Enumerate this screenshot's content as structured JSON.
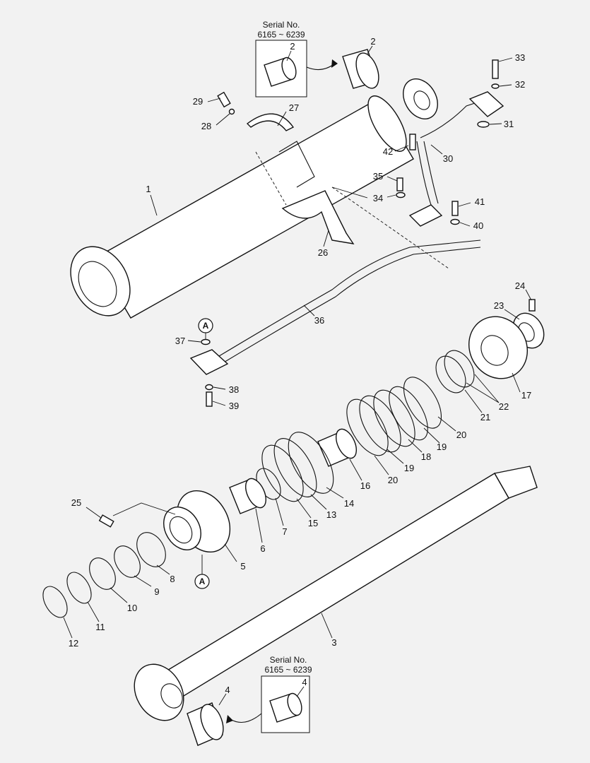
{
  "insets": [
    {
      "id": "top",
      "title_line1": "Serial No.",
      "title_line2": "6165 ~ 6239",
      "part": "2"
    },
    {
      "id": "bottom",
      "title_line1": "Serial No.",
      "title_line2": "6165 ~ 6239",
      "part": "4"
    }
  ],
  "callouts": [
    {
      "id": "a1",
      "text": "A"
    },
    {
      "id": "a2",
      "text": "A"
    }
  ],
  "parts": [
    {
      "id": "p1",
      "label": "1"
    },
    {
      "id": "p2",
      "label": "2"
    },
    {
      "id": "p3",
      "label": "3"
    },
    {
      "id": "p4",
      "label": "4"
    },
    {
      "id": "p5",
      "label": "5"
    },
    {
      "id": "p6",
      "label": "6"
    },
    {
      "id": "p7",
      "label": "7"
    },
    {
      "id": "p8",
      "label": "8"
    },
    {
      "id": "p9",
      "label": "9"
    },
    {
      "id": "p10",
      "label": "10"
    },
    {
      "id": "p11",
      "label": "11"
    },
    {
      "id": "p12",
      "label": "12"
    },
    {
      "id": "p13",
      "label": "13"
    },
    {
      "id": "p14",
      "label": "14"
    },
    {
      "id": "p15",
      "label": "15"
    },
    {
      "id": "p16",
      "label": "16"
    },
    {
      "id": "p17",
      "label": "17"
    },
    {
      "id": "p18",
      "label": "18"
    },
    {
      "id": "p19a",
      "label": "19"
    },
    {
      "id": "p19b",
      "label": "19"
    },
    {
      "id": "p20a",
      "label": "20"
    },
    {
      "id": "p20b",
      "label": "20"
    },
    {
      "id": "p21",
      "label": "21"
    },
    {
      "id": "p22",
      "label": "22"
    },
    {
      "id": "p23",
      "label": "23"
    },
    {
      "id": "p24",
      "label": "24"
    },
    {
      "id": "p25",
      "label": "25"
    },
    {
      "id": "p26",
      "label": "26"
    },
    {
      "id": "p27",
      "label": "27"
    },
    {
      "id": "p28",
      "label": "28"
    },
    {
      "id": "p29",
      "label": "29"
    },
    {
      "id": "p30",
      "label": "30"
    },
    {
      "id": "p31",
      "label": "31"
    },
    {
      "id": "p32",
      "label": "32"
    },
    {
      "id": "p33",
      "label": "33"
    },
    {
      "id": "p34",
      "label": "34"
    },
    {
      "id": "p35",
      "label": "35"
    },
    {
      "id": "p36",
      "label": "36"
    },
    {
      "id": "p37",
      "label": "37"
    },
    {
      "id": "p38",
      "label": "38"
    },
    {
      "id": "p39",
      "label": "39"
    },
    {
      "id": "p40",
      "label": "40"
    },
    {
      "id": "p41",
      "label": "41"
    },
    {
      "id": "p42",
      "label": "42"
    }
  ]
}
